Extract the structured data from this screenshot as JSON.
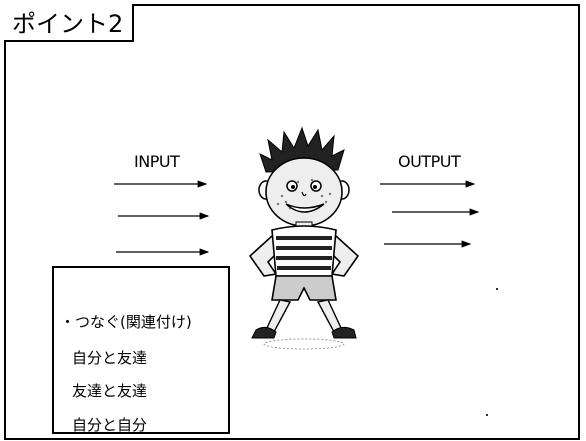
{
  "title": "ポイント2",
  "input_label": "INPUT",
  "output_label": "OUTPUT",
  "box_items": [
    "・つなぐ(関連付け)",
    "自分と友達",
    "友達と友達",
    "自分と自分"
  ],
  "figure": "boy-illustration"
}
